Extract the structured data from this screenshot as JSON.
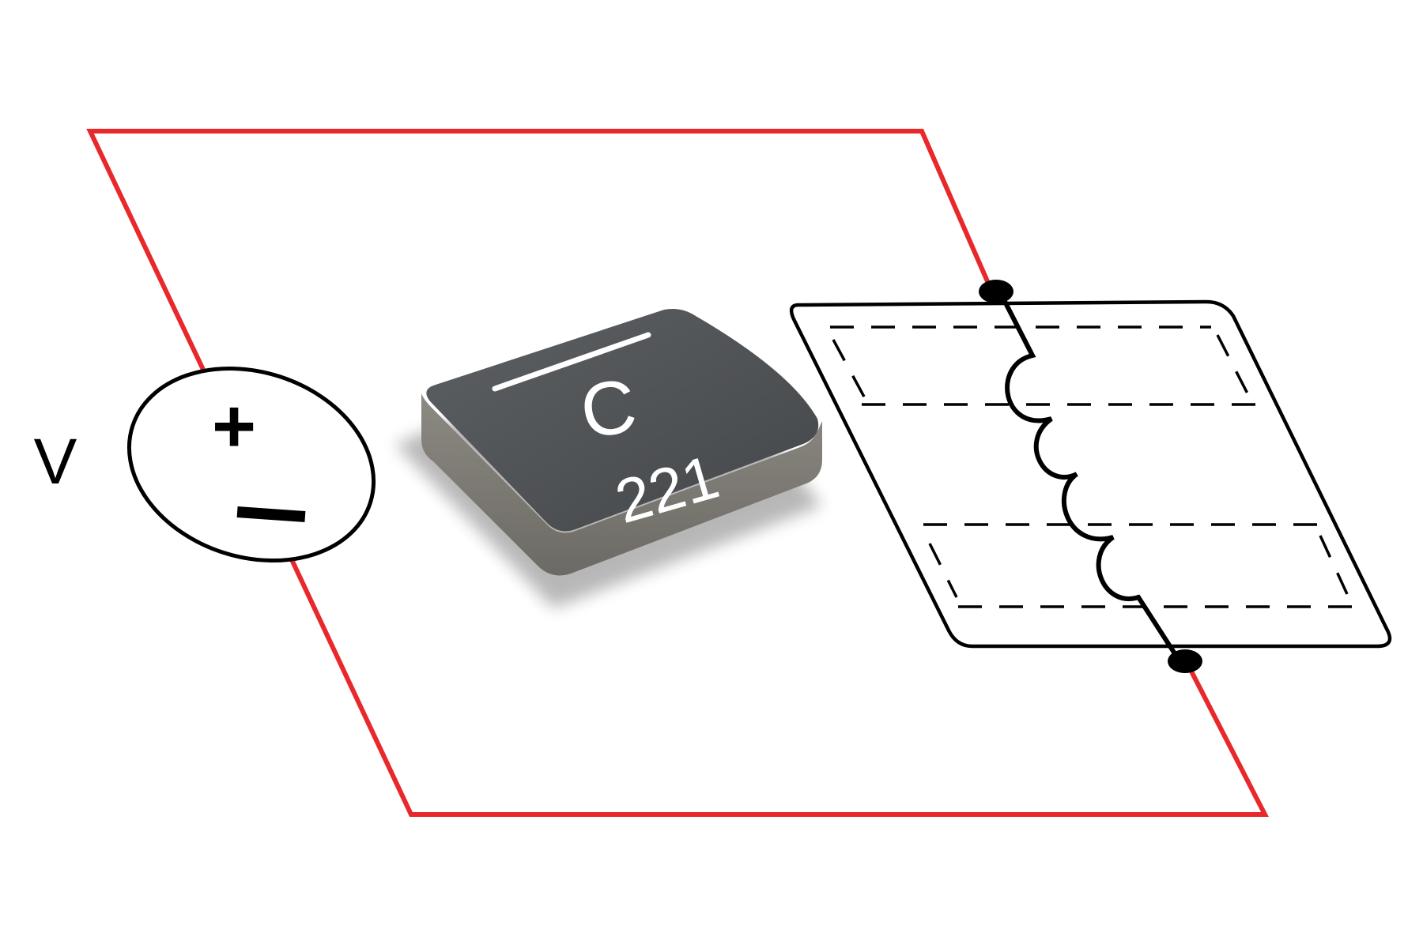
{
  "diagram": {
    "source_label": "V",
    "source_plus": "+",
    "source_minus": "–",
    "component_logo": "C",
    "component_code": "221"
  },
  "colors": {
    "wire": "#e8282b",
    "outline": "#000000",
    "component_top": "#54575a",
    "component_side": "#88857d",
    "component_text": "#ffffff"
  },
  "icons": {
    "voltage_source": "voltage-source-icon",
    "inductor": "inductor-coil-icon",
    "component": "smd-inductor-image"
  }
}
